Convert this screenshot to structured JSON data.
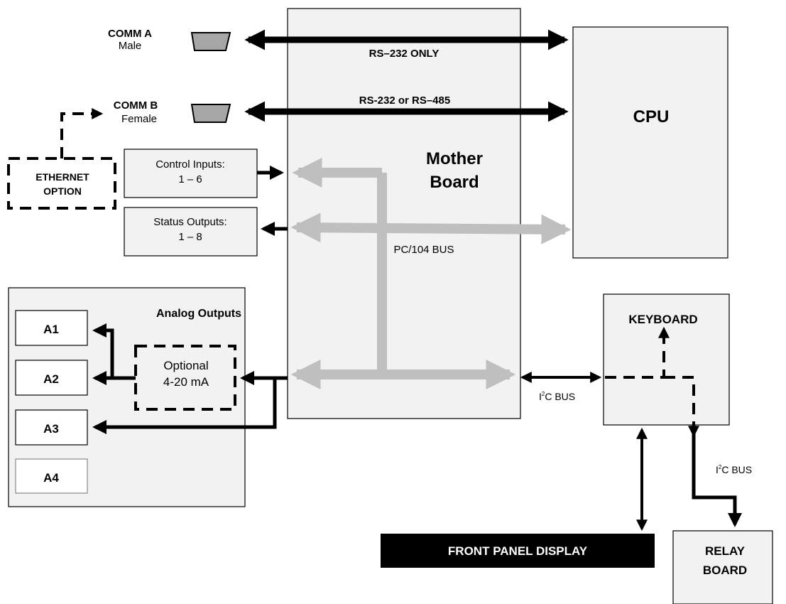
{
  "comm_a": {
    "title": "COMM A",
    "sub": "Male"
  },
  "comm_b": {
    "title": "COMM B",
    "sub": "Female"
  },
  "ethernet": {
    "line1": "ETHERNET",
    "line2": "OPTION"
  },
  "control_inputs": {
    "line1": "Control Inputs:",
    "line2": "1 – 6"
  },
  "status_outputs": {
    "line1": "Status Outputs:",
    "line2": "1 – 8"
  },
  "motherboard": {
    "line1": "Mother",
    "line2": "Board"
  },
  "cpu": "CPU",
  "links": {
    "rs232_only": "RS–232 ONLY",
    "rs232_485": "RS-232 or RS–485",
    "pc104": "PC/104 BUS"
  },
  "analog": {
    "title": "Analog Outputs",
    "outputs": [
      "A1",
      "A2",
      "A3",
      "A4"
    ],
    "optional_line1": "Optional",
    "optional_line2": "4-20 mA"
  },
  "keyboard": "KEYBOARD",
  "i2c": {
    "prefix": "I",
    "sup": "2",
    "suffix": "C BUS"
  },
  "front_panel": "FRONT PANEL DISPLAY",
  "relay": {
    "line1": "RELAY",
    "line2": "BOARD"
  }
}
